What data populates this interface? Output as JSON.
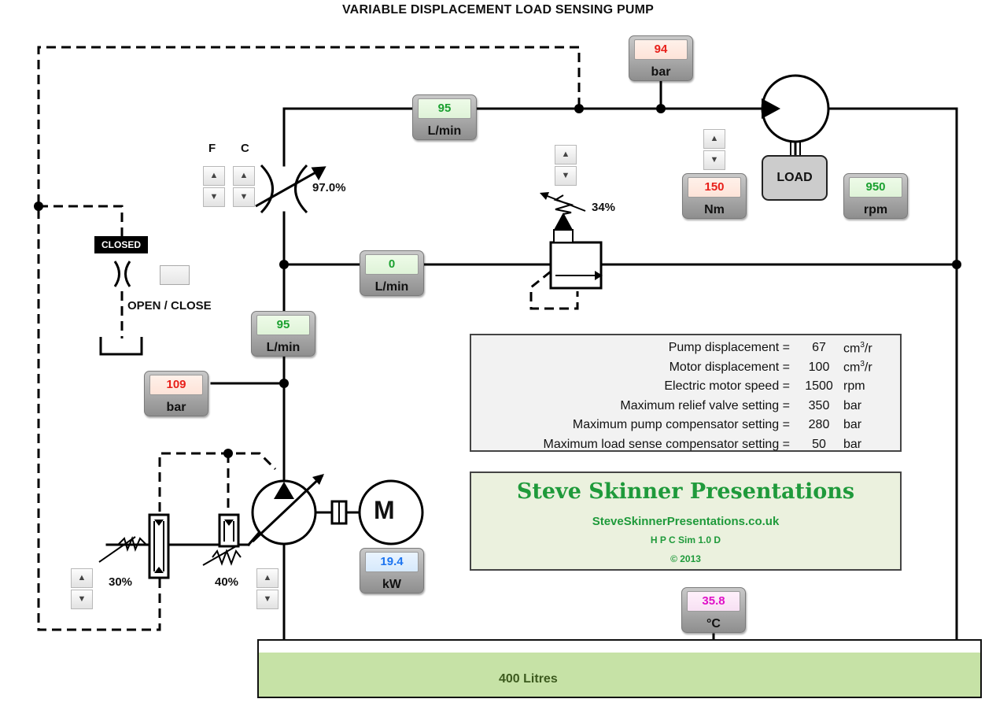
{
  "title": "VARIABLE DISPLACEMENT LOAD SENSING PUMP",
  "gauges": {
    "pressure_top": {
      "value": "94",
      "unit": "bar"
    },
    "flow_top": {
      "value": "95",
      "unit": "L/min"
    },
    "flow_mid": {
      "value": "0",
      "unit": "L/min"
    },
    "flow_pump": {
      "value": "95",
      "unit": "L/min"
    },
    "pressure_pump": {
      "value": "109",
      "unit": "bar"
    },
    "torque": {
      "value": "150",
      "unit": "Nm"
    },
    "motor_speed": {
      "value": "950",
      "unit": "rpm"
    },
    "power": {
      "value": "19.4",
      "unit": "kW"
    },
    "temperature": {
      "value": "35.8",
      "unit": "°C"
    }
  },
  "labels": {
    "fine": "F",
    "coarse": "C",
    "orifice_opening": "97.0%",
    "relief_setting": "34%",
    "closed_tag": "CLOSED",
    "open_close": "OPEN / CLOSE",
    "comp_1": "30%",
    "comp_2": "40%",
    "load": "LOAD",
    "motor": "M",
    "tank": "400 Litres"
  },
  "parameters": [
    {
      "label": "Pump displacement =",
      "value": "67",
      "unit": "cm3/r"
    },
    {
      "label": "Motor displacement =",
      "value": "100",
      "unit": "cm3/r"
    },
    {
      "label": "Electric motor speed =",
      "value": "1500",
      "unit": "rpm"
    },
    {
      "label": "Maximum relief valve setting =",
      "value": "350",
      "unit": "bar"
    },
    {
      "label": "Maximum pump compensator setting =",
      "value": "280",
      "unit": "bar"
    },
    {
      "label": "Maximum load sense compensator setting =",
      "value": "50",
      "unit": "bar"
    }
  ],
  "credit": {
    "name": "Steve Skinner Presentations",
    "website": "SteveSkinnerPresentations.co.uk",
    "version": "H P C Sim 1.0 D",
    "copyright": "© 2013"
  },
  "spinner_glyphs": {
    "up": "▲",
    "down": "▼"
  },
  "colors": {
    "oil": "#c6e2a6",
    "credit_text": "#1f9a3b"
  }
}
